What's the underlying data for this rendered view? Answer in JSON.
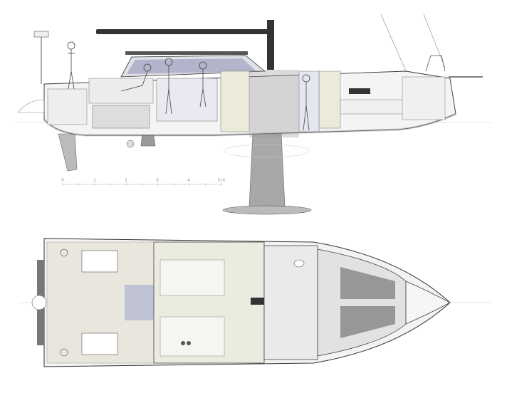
{
  "scale_bar": {
    "labels": [
      "0",
      "1",
      "2",
      "3",
      "4",
      "5 m"
    ]
  },
  "colors": {
    "hull_light": "#f2f2f2",
    "line": "#333333",
    "glass": "#8b8fb0",
    "mast": "#333333",
    "keel": "#9a9a9a",
    "interior_cream": "#ecebd9"
  }
}
